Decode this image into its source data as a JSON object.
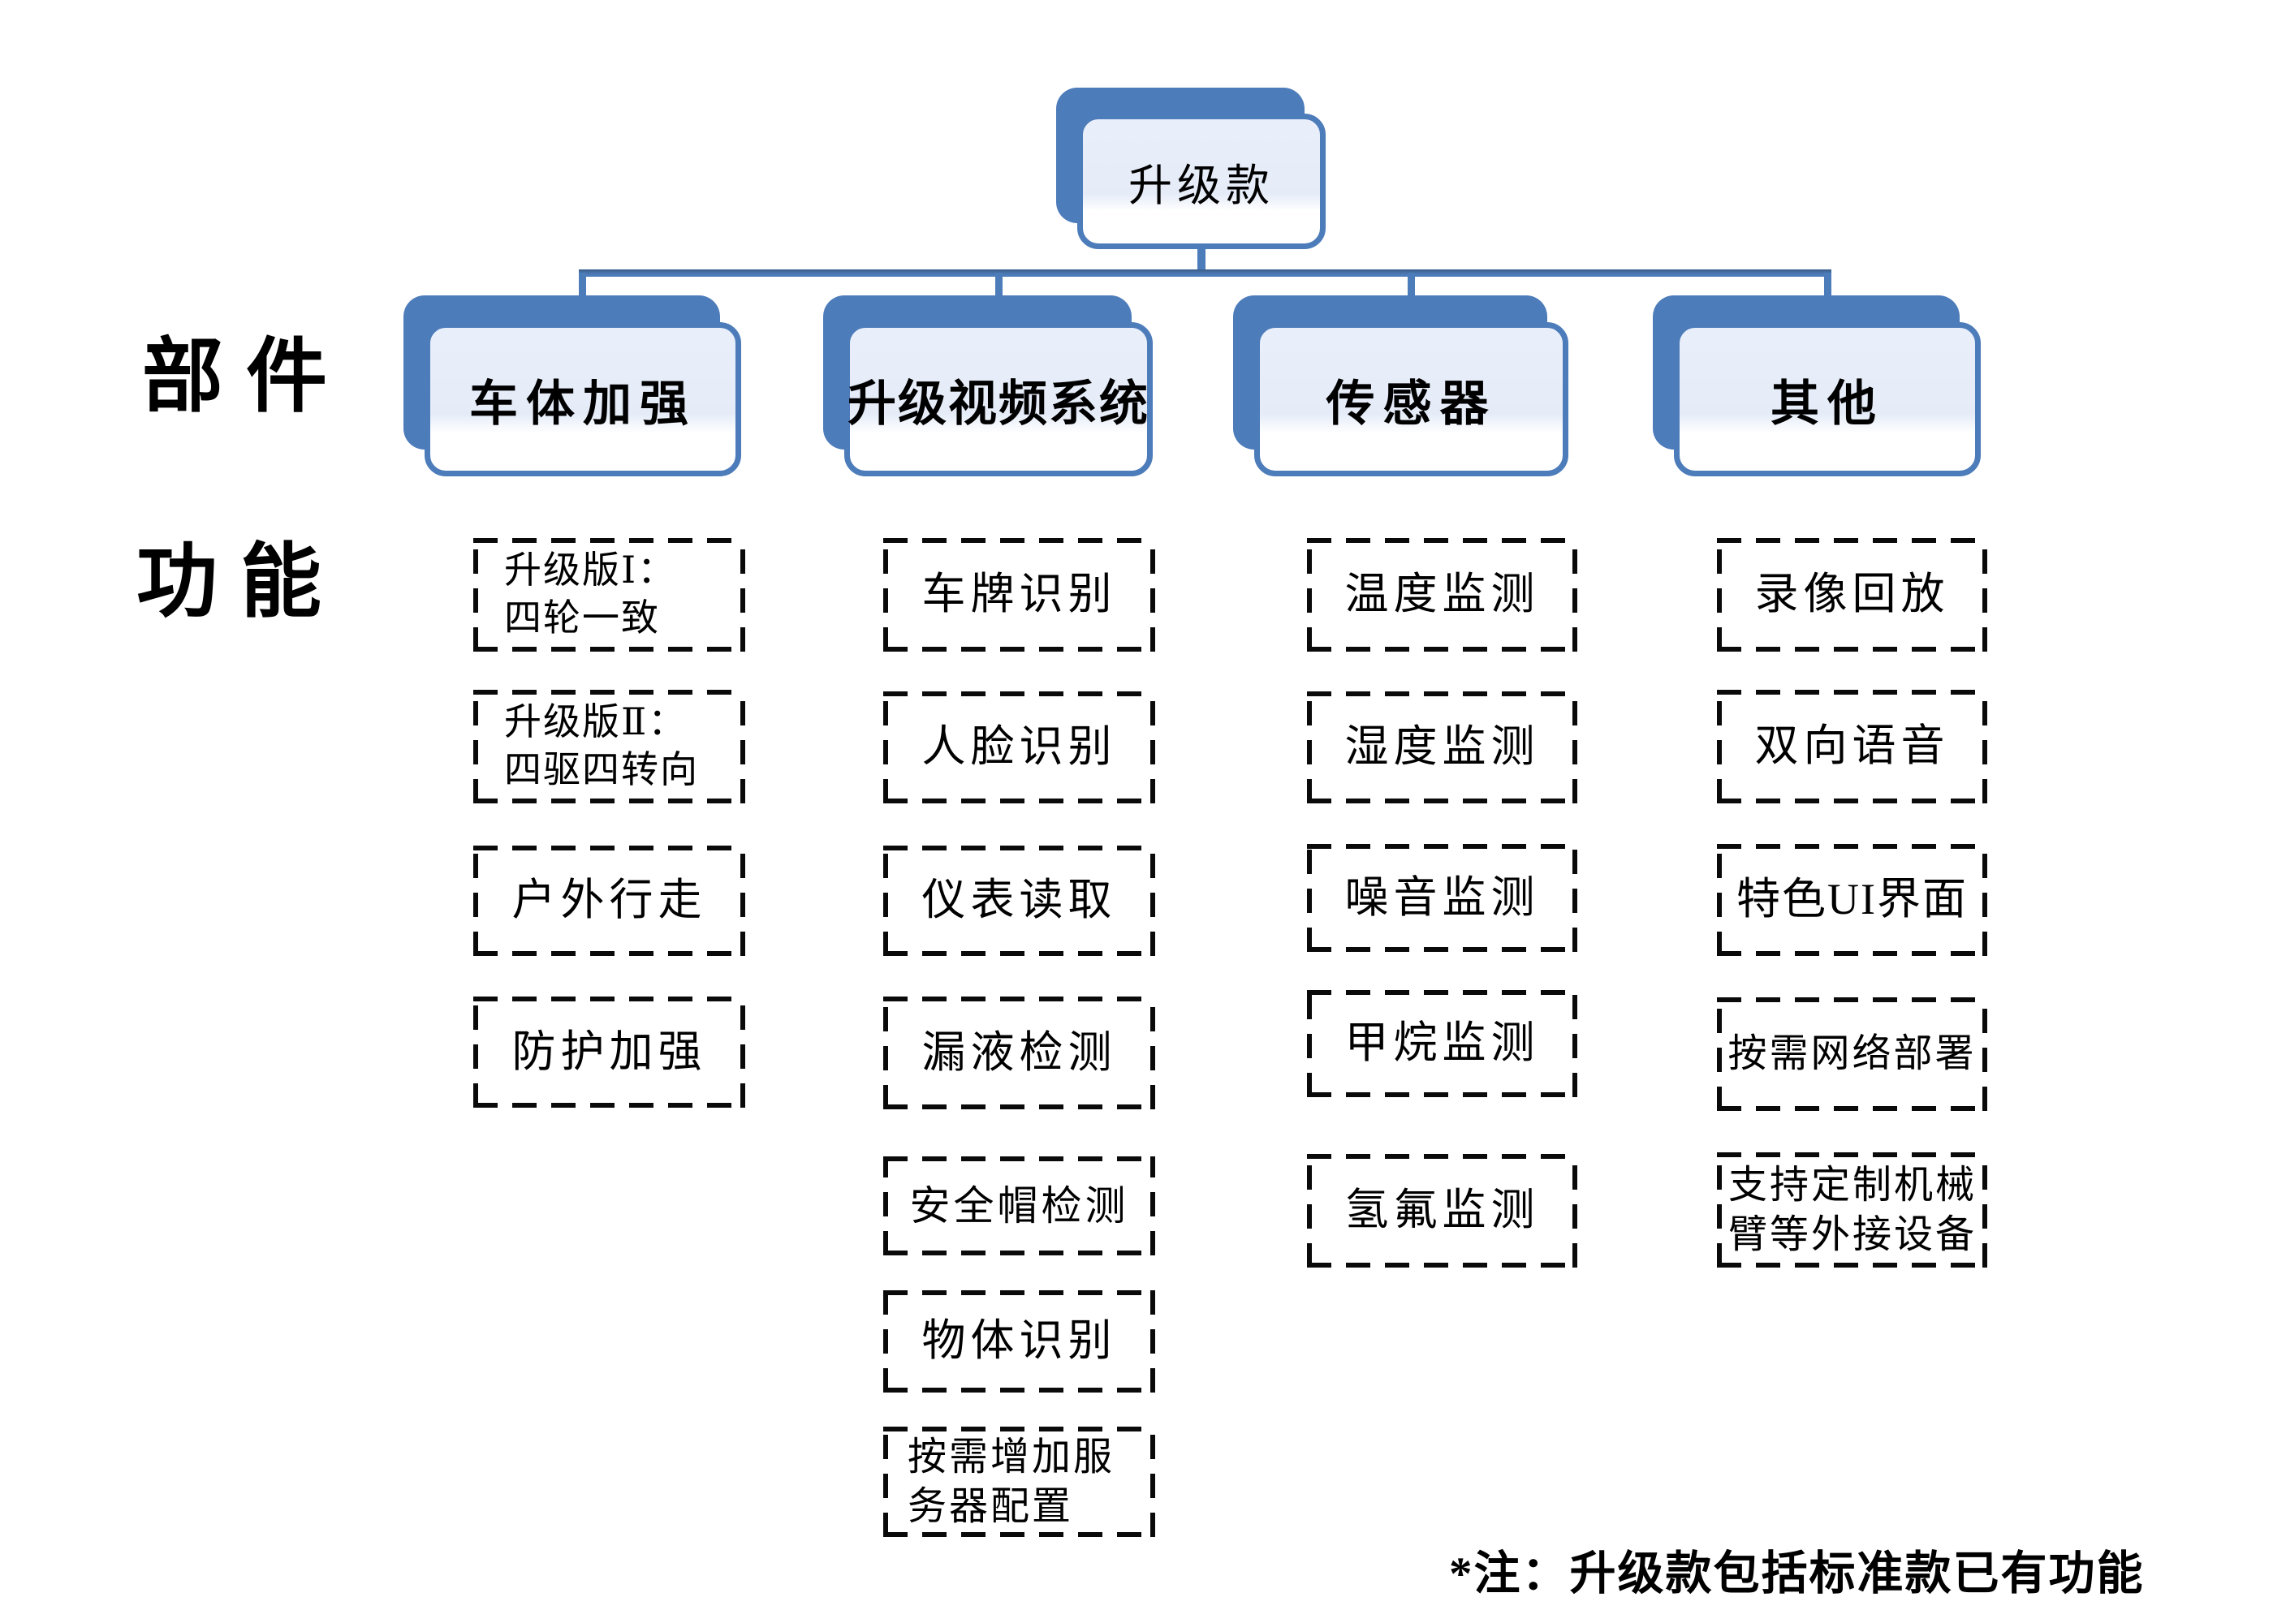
{
  "title_box": {
    "label": "升级款"
  },
  "row_labels": {
    "components": "部件",
    "functions": "功能"
  },
  "columns": [
    {
      "header": "车体加强",
      "items": [
        {
          "line1": "升级版Ⅰ：",
          "line2": "四轮一致"
        },
        {
          "line1": "升级版Ⅱ：",
          "line2": "四驱四转向"
        },
        {
          "line1": "户外行走"
        },
        {
          "line1": "防护加强"
        }
      ]
    },
    {
      "header": "升级视频系统",
      "items": [
        {
          "line1": "车牌识别"
        },
        {
          "line1": "人脸识别"
        },
        {
          "line1": "仪表读取"
        },
        {
          "line1": "漏液检测"
        },
        {
          "line1": "安全帽检测"
        },
        {
          "line1": "物体识别"
        },
        {
          "line1": "按需增加服",
          "line2": "务器配置"
        }
      ]
    },
    {
      "header": "传感器",
      "items": [
        {
          "line1": "温度监测"
        },
        {
          "line1": "湿度监测"
        },
        {
          "line1": "噪音监测"
        },
        {
          "line1": "甲烷监测"
        },
        {
          "line1": "氢氟监测"
        }
      ]
    },
    {
      "header": "其他",
      "items": [
        {
          "line1": "录像回放"
        },
        {
          "line1": "双向语音"
        },
        {
          "line1": "特色UI界面"
        },
        {
          "line1": "按需网络部署"
        },
        {
          "line1": "支持定制机械",
          "line2": "臂等外接设备"
        }
      ]
    }
  ],
  "footnote": "*注：升级款包括标准款已有功能",
  "colors": {
    "accent_blue": "#4d7cba",
    "connector_dark_blue": "#3b5e88",
    "node_fill_top": "#e9effa",
    "node_fill_bottom": "#ffffff",
    "dash_black": "#0a0a0a"
  }
}
